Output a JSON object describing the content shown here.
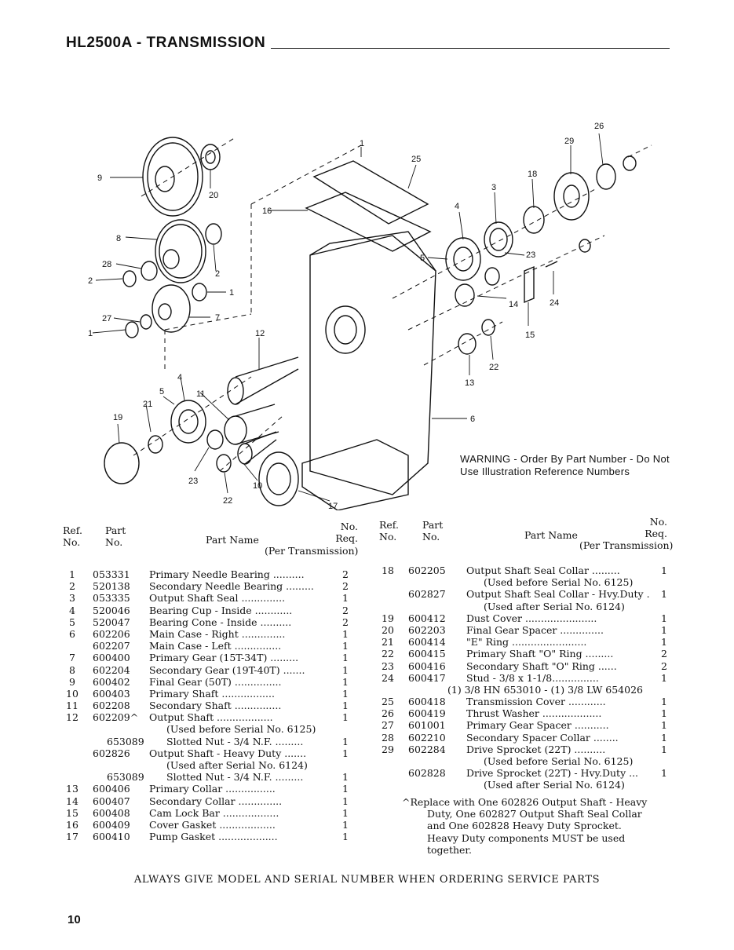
{
  "header": {
    "title": "HL2500A - TRANSMISSION"
  },
  "warning": "WARNING - Order By Part Number - Do Not Use Illustration Reference Numbers",
  "diagram": {
    "callouts": [
      "1",
      "2",
      "3",
      "4",
      "5",
      "6",
      "7",
      "8",
      "9",
      "10",
      "11",
      "12",
      "13",
      "14",
      "15",
      "16",
      "17",
      "18",
      "19",
      "20",
      "21",
      "22",
      "23",
      "24",
      "25",
      "26",
      "27",
      "28",
      "29"
    ]
  },
  "table_headers": {
    "ref_no": "Ref. No.",
    "part_no": "Part No.",
    "part_name": "Part Name",
    "no_req": "No. Req.",
    "per_transmission": "(Per Transmission)"
  },
  "left_rows": [
    {
      "ref": "1",
      "part": "053331",
      "name": "Primary Needle Bearing ..........",
      "qty": "2"
    },
    {
      "ref": "2",
      "part": "520138",
      "name": "Secondary Needle Bearing .........",
      "qty": "2"
    },
    {
      "ref": "3",
      "part": "053335",
      "name": "Output Shaft Seal ..............",
      "qty": "1"
    },
    {
      "ref": "4",
      "part": "520046",
      "name": "Bearing Cup - Inside ............",
      "qty": "2"
    },
    {
      "ref": "5",
      "part": "520047",
      "name": "Bearing Cone - Inside ..........",
      "qty": "2"
    },
    {
      "ref": "6",
      "part": "602206",
      "name": "Main Case - Right ..............",
      "qty": "1"
    },
    {
      "ref": "",
      "part": "602207",
      "name": "Main Case - Left ...............",
      "qty": "1"
    },
    {
      "ref": "7",
      "part": "600400",
      "name": "Primary Gear (15T-34T) .........",
      "qty": "1"
    },
    {
      "ref": "8",
      "part": "602204",
      "name": "Secondary Gear (19T-40T) .......",
      "qty": "1"
    },
    {
      "ref": "9",
      "part": "600402",
      "name": "Final Gear (50T) ...............",
      "qty": "1"
    },
    {
      "ref": "10",
      "part": "600403",
      "name": "Primary Shaft .................",
      "qty": "1"
    },
    {
      "ref": "11",
      "part": "602208",
      "name": "Secondary Shaft ...............",
      "qty": "1"
    },
    {
      "ref": "12",
      "part": "602209^",
      "name": "Output Shaft ..................",
      "qty": "1"
    },
    {
      "ref": "",
      "part": "",
      "name": "(Used before Serial No. 6125)",
      "qty": "",
      "indent": true
    },
    {
      "ref": "",
      "part": "653089",
      "name": "Slotted Nut - 3/4 N.F. .........",
      "qty": "1",
      "sub": true
    },
    {
      "ref": "",
      "part": "602826",
      "name": "Output Shaft - Heavy Duty .......",
      "qty": "1"
    },
    {
      "ref": "",
      "part": "",
      "name": "(Used after Serial No. 6124)",
      "qty": "",
      "indent": true
    },
    {
      "ref": "",
      "part": "653089",
      "name": "Slotted Nut - 3/4 N.F. .........",
      "qty": "1",
      "sub": true
    },
    {
      "ref": "13",
      "part": "600406",
      "name": "Primary Collar ................",
      "qty": "1"
    },
    {
      "ref": "14",
      "part": "600407",
      "name": "Secondary Collar ..............",
      "qty": "1"
    },
    {
      "ref": "15",
      "part": "600408",
      "name": "Cam Lock Bar ..................",
      "qty": "1"
    },
    {
      "ref": "16",
      "part": "600409",
      "name": "Cover Gasket ..................",
      "qty": "1"
    },
    {
      "ref": "17",
      "part": "600410",
      "name": "Pump Gasket ...................",
      "qty": "1"
    }
  ],
  "right_rows": [
    {
      "ref": "18",
      "part": "602205",
      "name": "Output Shaft Seal Collar .........",
      "qty": "1"
    },
    {
      "ref": "",
      "part": "",
      "name": "(Used before Serial No. 6125)",
      "qty": "",
      "indent": true
    },
    {
      "ref": "",
      "part": "602827",
      "name": "Output Shaft Seal Collar - Hvy.Duty .",
      "qty": "1"
    },
    {
      "ref": "",
      "part": "",
      "name": "(Used after Serial No. 6124)",
      "qty": "",
      "indent": true
    },
    {
      "ref": "19",
      "part": "600412",
      "name": "Dust Cover .......................",
      "qty": "1"
    },
    {
      "ref": "20",
      "part": "602203",
      "name": "Final Gear Spacer ..............",
      "qty": "1"
    },
    {
      "ref": "21",
      "part": "600414",
      "name": "\"E\" Ring ........................",
      "qty": "1"
    },
    {
      "ref": "22",
      "part": "600415",
      "name": "Primary Shaft \"O\" Ring .........",
      "qty": "2"
    },
    {
      "ref": "23",
      "part": "600416",
      "name": "Secondary Shaft \"O\" Ring ......",
      "qty": "2"
    },
    {
      "ref": "24",
      "part": "600417",
      "name": "Stud - 3/8 x 1-1/8...............",
      "qty": "1"
    },
    {
      "ref": "",
      "part": "",
      "name": "(1) 3/8 HN 653010 - (1) 3/8 LW 654026",
      "qty": "",
      "wide": true
    },
    {
      "ref": "25",
      "part": "600418",
      "name": "Transmission Cover ............",
      "qty": "1"
    },
    {
      "ref": "26",
      "part": "600419",
      "name": "Thrust Washer ...................",
      "qty": "1"
    },
    {
      "ref": "27",
      "part": "601001",
      "name": "Primary Gear Spacer ...........",
      "qty": "1"
    },
    {
      "ref": "28",
      "part": "602210",
      "name": "Secondary Spacer Collar ........",
      "qty": "1"
    },
    {
      "ref": "29",
      "part": "602284",
      "name": "Drive Sprocket (22T) ..........",
      "qty": "1"
    },
    {
      "ref": "",
      "part": "",
      "name": "(Used before Serial No. 6125)",
      "qty": "",
      "indent": true
    },
    {
      "ref": "",
      "part": "602828",
      "name": "Drive Sprocket (22T) - Hvy.Duty ...",
      "qty": "1"
    },
    {
      "ref": "",
      "part": "",
      "name": "(Used after Serial No. 6124)",
      "qty": "",
      "indent": true
    }
  ],
  "footnote": [
    "^Replace with One 602826 Output Shaft - Heavy",
    "Duty, One 602827 Output Shaft Seal Collar",
    "and One 602828 Heavy Duty Sprocket.",
    "Heavy Duty components MUST be used",
    "together."
  ],
  "footer": "ALWAYS GIVE MODEL AND SERIAL NUMBER WHEN ORDERING SERVICE PARTS",
  "page_number": "10"
}
